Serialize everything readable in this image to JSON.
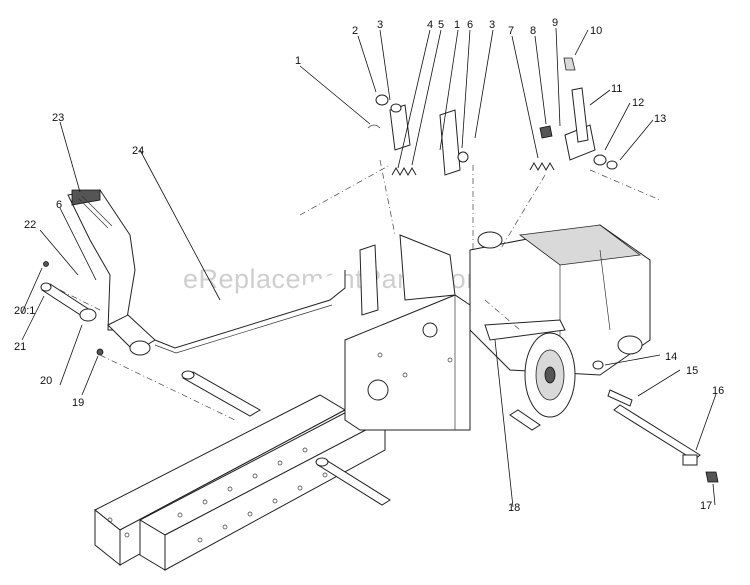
{
  "watermark": "eReplacementParts.com",
  "callouts": [
    {
      "id": "c1",
      "text": "1"
    },
    {
      "id": "c2",
      "text": "2"
    },
    {
      "id": "c3a",
      "text": "3"
    },
    {
      "id": "c4",
      "text": "4"
    },
    {
      "id": "c5",
      "text": "5"
    },
    {
      "id": "c1b",
      "text": "1"
    },
    {
      "id": "c6a",
      "text": "6"
    },
    {
      "id": "c3b",
      "text": "3"
    },
    {
      "id": "c7",
      "text": "7"
    },
    {
      "id": "c8",
      "text": "8"
    },
    {
      "id": "c9",
      "text": "9"
    },
    {
      "id": "c10",
      "text": "10"
    },
    {
      "id": "c11",
      "text": "11"
    },
    {
      "id": "c12",
      "text": "12"
    },
    {
      "id": "c13",
      "text": "13"
    },
    {
      "id": "c14",
      "text": "14"
    },
    {
      "id": "c15",
      "text": "15"
    },
    {
      "id": "c16",
      "text": "16"
    },
    {
      "id": "c17",
      "text": "17"
    },
    {
      "id": "c18",
      "text": "18"
    },
    {
      "id": "c19",
      "text": "19"
    },
    {
      "id": "c20",
      "text": "20"
    },
    {
      "id": "c21",
      "text": "21"
    },
    {
      "id": "c201",
      "text": "20:1"
    },
    {
      "id": "c22",
      "text": "22"
    },
    {
      "id": "c6b",
      "text": "6"
    },
    {
      "id": "c23",
      "text": "23"
    },
    {
      "id": "c24",
      "text": "24"
    }
  ]
}
